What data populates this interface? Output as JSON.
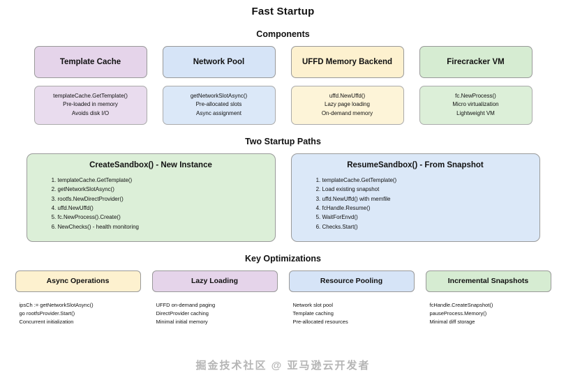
{
  "title": "Fast Startup",
  "sections": {
    "components": {
      "heading": "Components",
      "items": [
        {
          "title": "Template Cache",
          "head_color": "#e5d4ea",
          "body_color": "#e9dcee",
          "details": [
            "templateCache.GetTemplate()",
            "Pre-loaded in memory",
            "Avoids disk I/O"
          ]
        },
        {
          "title": "Network Pool",
          "head_color": "#d6e4f7",
          "body_color": "#dbe8f8",
          "details": [
            "getNetworkSlotAsync()",
            "Pre-allocated slots",
            "Async assignment"
          ]
        },
        {
          "title": "UFFD Memory Backend",
          "head_color": "#fdf1cf",
          "body_color": "#fdf4d8",
          "details": [
            "uffd.NewUffd()",
            "Lazy page loading",
            "On-demand memory"
          ]
        },
        {
          "title": "Firecracker VM",
          "head_color": "#d6ecd2",
          "body_color": "#dcefd8",
          "details": [
            "fc.NewProcess()",
            "Micro virtualization",
            "Lightweight VM"
          ]
        }
      ]
    },
    "paths": {
      "heading": "Two Startup Paths",
      "items": [
        {
          "title": "CreateSandbox() - New Instance",
          "color": "#dcefd8",
          "steps": [
            "templateCache.GetTemplate()",
            "getNetworkSlotAsync()",
            "rootfs.NewDirectProvider()",
            "uffd.NewUffd()",
            "fc.NewProcess().Create()",
            "NewChecks() - health monitoring"
          ]
        },
        {
          "title": "ResumeSandbox() - From Snapshot",
          "color": "#dbe8f8",
          "steps": [
            "templateCache.GetTemplate()",
            "Load existing snapshot",
            "uffd.NewUffd() with memfile",
            "fcHandle.Resume()",
            "WaitForEnvd()",
            "Checks.Start()"
          ]
        }
      ]
    },
    "optimizations": {
      "heading": "Key Optimizations",
      "items": [
        {
          "title": "Async Operations",
          "head_color": "#fdf1cf",
          "details": [
            "ipsCh := getNetworkSlotAsync()",
            "go rootfsProvider.Start()",
            "Concurrent initialization"
          ]
        },
        {
          "title": "Lazy Loading",
          "head_color": "#e5d4ea",
          "details": [
            "UFFD on-demand paging",
            "DirectProvider caching",
            "Minimal initial memory"
          ]
        },
        {
          "title": "Resource Pooling",
          "head_color": "#d6e4f7",
          "details": [
            "Network slot pool",
            "Template caching",
            "Pre-allocated resources"
          ]
        },
        {
          "title": "Incremental Snapshots",
          "head_color": "#d6ecd2",
          "details": [
            "fcHandle.CreateSnapshot()",
            "pauseProcess.Memory()",
            "Minimal diff storage"
          ]
        }
      ]
    }
  },
  "watermark": "掘金技术社区 @ 亚马逊云开发者"
}
